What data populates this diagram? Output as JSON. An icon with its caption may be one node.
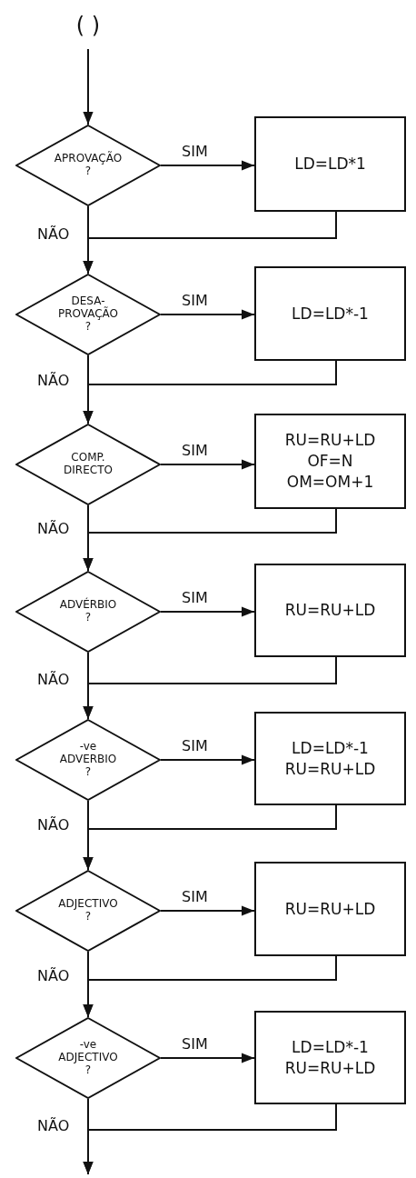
{
  "diagram": {
    "nodes": [
      {
        "text": [
          "( )"
        ]
      },
      {
        "text": [
          "APROVAÇÃO ?"
        ]
      },
      {
        "text": [
          "LD=LD*1"
        ]
      },
      {
        "text": [
          "DESA- PROVAÇÃO ?"
        ]
      },
      {
        "text": [
          "LD=LD*-1"
        ]
      },
      {
        "text": [
          "COMP. DIRECTO"
        ]
      },
      {
        "text": [
          "RU=RU+LD",
          "OF=N",
          "OM=OM+1"
        ]
      },
      {
        "text": [
          "ADVÉRBIO ?"
        ]
      },
      {
        "text": [
          "RU=RU+LD"
        ]
      },
      {
        "text": [
          "-ve ADVERBIO ?"
        ]
      },
      {
        "text": [
          "LD=LD*-1",
          "RU=RU+LD"
        ]
      },
      {
        "text": [
          "ADJECTIVO ?"
        ]
      },
      {
        "text": [
          "RU=RU+LD"
        ]
      },
      {
        "text": [
          "-ve ADJECTIVO ?"
        ]
      },
      {
        "text": [
          "LD=LD*-1",
          "RU=RU+LD"
        ]
      }
    ],
    "edges": [
      {
        "from": 0,
        "to": 1,
        "arrow": "to"
      },
      {
        "from": 1,
        "to": 2,
        "arrow": "to",
        "label": "SIM"
      },
      {
        "from": 1,
        "to": 3,
        "arrow": "to",
        "label": "NÃO"
      },
      {
        "from": 2,
        "to": 3,
        "arrow": "to"
      },
      {
        "from": 3,
        "to": 4,
        "arrow": "to",
        "label": "SIM"
      },
      {
        "from": 3,
        "to": 5,
        "arrow": "to",
        "label": "NÃO"
      },
      {
        "from": 4,
        "to": 5,
        "arrow": "to"
      },
      {
        "from": 5,
        "to": 6,
        "arrow": "to",
        "label": "SIM"
      },
      {
        "from": 5,
        "to": 7,
        "arrow": "to",
        "label": "NÃO"
      },
      {
        "from": 6,
        "to": 7,
        "arrow": "to"
      },
      {
        "from": 7,
        "to": 8,
        "arrow": "to",
        "label": "SIM"
      },
      {
        "from": 7,
        "to": 9,
        "arrow": "to",
        "label": "NÃO"
      },
      {
        "from": 8,
        "to": 9,
        "arrow": "to"
      },
      {
        "from": 9,
        "to": 10,
        "arrow": "to",
        "label": "SIM"
      },
      {
        "from": 9,
        "to": 11,
        "arrow": "to",
        "label": "NÃO"
      },
      {
        "from": 10,
        "to": 11,
        "arrow": "to"
      },
      {
        "from": 11,
        "to": 12,
        "arrow": "to",
        "label": "SIM"
      },
      {
        "from": 11,
        "to": 13,
        "arrow": "to",
        "label": "NÃO"
      },
      {
        "from": 12,
        "to": 13,
        "arrow": "to"
      },
      {
        "from": 13,
        "to": 14,
        "arrow": "to",
        "label": "SIM"
      },
      {
        "from": 13,
        "to": null,
        "arrow": "to",
        "label": "NÃO"
      },
      {
        "from": 14,
        "to": null,
        "arrow": "to"
      }
    ]
  }
}
